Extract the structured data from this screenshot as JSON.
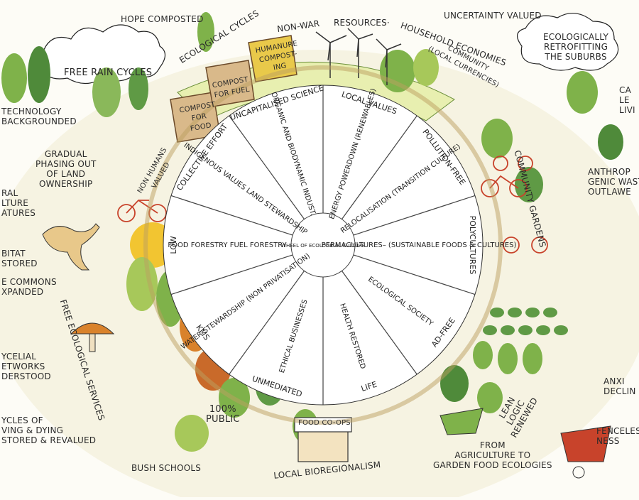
{
  "colors": {
    "ink": "#222222",
    "hill": "#e8efb0",
    "tree_green": "#7fb24a",
    "tree_dark": "#4f8a3a",
    "sun": "#f2c531",
    "orange": "#d9822b",
    "soil": "#b58a5a",
    "sky_cloud": "#ffffff",
    "red": "#c8432b"
  },
  "wheel": {
    "center_label": "WHEEL OF ECOLOGICAL CULTURE",
    "spokes": [
      "ENERGY POWERDOWN (RENEWABLES)",
      "RELOCALISATION (TRANSITION CULTURE)",
      "PERMACULTURES– (SUSTAINABLE FOODS & CULTURES)",
      "ECOLOGICAL SOCIETY",
      "HEALTH RESTORED",
      "ETHICAL BUSINESSES",
      "WATER STEWARDSHIP (NON PRIVATISATION)",
      "FOOD FORESTRY FUEL FORESTRY",
      "INDIGENOUS VALUES LAND STEWARDSHIP",
      "ORGANIC AND BIODYNAMIC INDUST."
    ],
    "rim": [
      "LOCAL VALUES",
      "POLLUTION-FREE",
      "POLYCULTURES",
      "AD-FREE",
      "LIFE",
      "UNMEDIATED",
      "KMS",
      "LOW",
      "COLLECTIVE EFFORT",
      "UNCAPITALISED SCIENCE"
    ]
  },
  "labels": {
    "hope_composted": "HOPE COMPOSTED",
    "ecological_cycles": "ECOLOGICAL CYCLES",
    "non_war": "NON-WAR",
    "resources": "RESOURCES·",
    "household_economies": "HOUSEHOLD ECONOMIES",
    "community_local_currencies": "COMMUNITY\n(LOCAL CURRENCIES)",
    "uncertainty_valued": "UNCERTAINTY VALUED",
    "ecologically_retrofitting": "ECOLOGICALLY\nRETROFITTING\nTHE SUBURBS",
    "free_rain_cycles": "FREE RAIN CYCLES",
    "humanure": "HUMANURE\nCOMPOST-\nING",
    "compost_fuel": "COMPOST\nFOR FUEL",
    "compost_food": "COMPOST\nFOR\nFOOD",
    "technology_backgrounded": "TECHNOLOGY\nBACKGROUNDED",
    "gradual_phasing": "GRADUAL\nPHASING OUT\nOF LAND\nOWNERSHIP",
    "non_humans_valued": "NON HUMANS\nVALUED",
    "ral_culture": "RAL\nLTURE\nATURES",
    "bitat_stored": "BITAT\nSTORED",
    "commons_expanded": "E COMMONS\nXPANDED",
    "free_ecological_services": "FREE ECOLOGICAL SERVICES",
    "mycelial": "YCELIAL\nETWORKS\nDERSTOOD",
    "cycles_living": "YCLES OF\nVING & DYING\nSTORED & REVALUED",
    "bush_schools": "BUSH SCHOOLS",
    "public_100": "100%\nPUBLIC",
    "food_coops": "FOOD CO-OPS",
    "local_bioregionalism": "LOCAL BIOREGIONALISM",
    "from_agriculture": "FROM\nAGRICULTURE TO\nGARDEN FOOD ECOLOGIES",
    "lean_logic": "LEAN\nLOGIC\nRENEWED",
    "fenceless": "FENCELES\nNESS",
    "anxiety_declin": "ANXI\nDECLIN",
    "anthropogenic": "ANTHROP\nGENIC WAST\nOUTLAWE",
    "community_gardens": "COMMUNITY GARDENS",
    "ca_le_livi": "CA\nLE\nLIVI"
  }
}
